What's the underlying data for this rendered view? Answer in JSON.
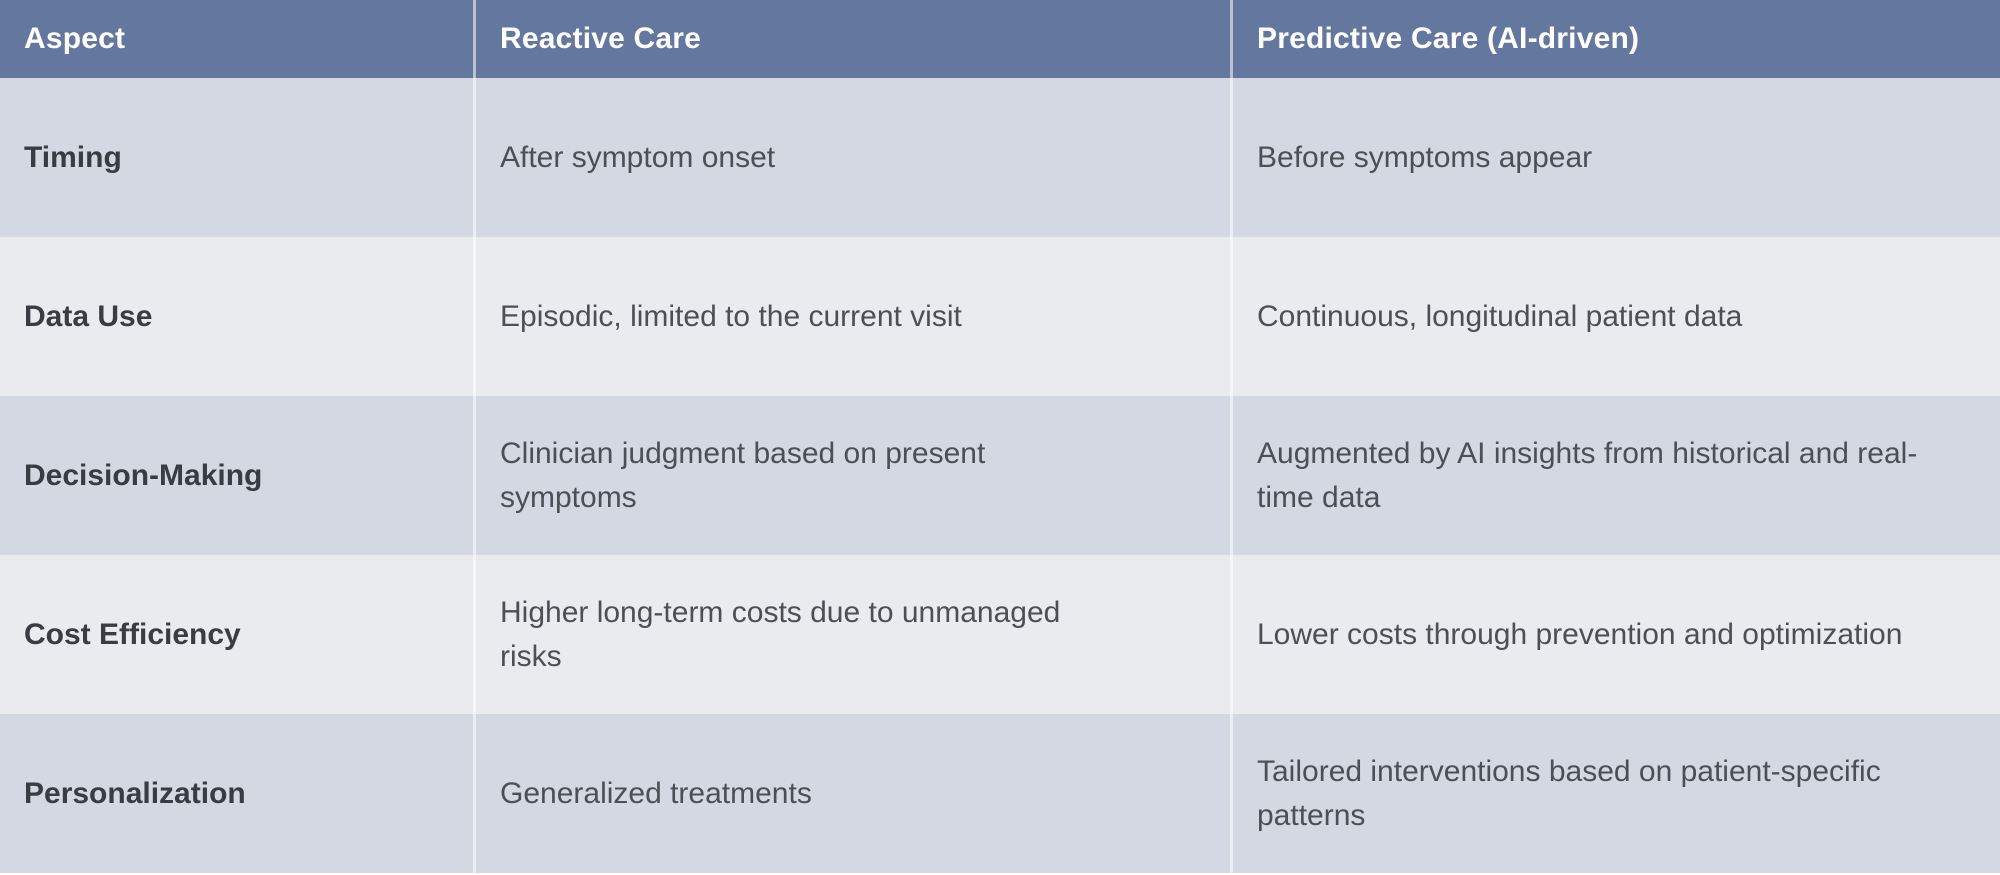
{
  "theme": {
    "header_bg": "#64779E",
    "header_text": "#FFFFFF",
    "row_odd_bg": "#D3D8E2",
    "row_even_bg": "#E9EBEF",
    "aspect_text": "#393C42",
    "body_text": "#4C5056",
    "page_bg": "#FFFFFF"
  },
  "table": {
    "columns": [
      {
        "label": "Aspect"
      },
      {
        "label": "Reactive Care"
      },
      {
        "label": "Predictive Care (AI-driven)"
      }
    ],
    "rows": [
      {
        "aspect": "Timing",
        "reactive": "After symptom onset",
        "predictive": "Before symptoms appear"
      },
      {
        "aspect": "Data Use",
        "reactive": "Episodic, limited to the current visit",
        "predictive": "Continuous, longitudinal patient data"
      },
      {
        "aspect": "Decision-Making",
        "reactive": "Clinician judgment based on present symptoms",
        "predictive": "Augmented by AI insights from historical and real-time data"
      },
      {
        "aspect": "Cost Efficiency",
        "reactive": "Higher long-term costs due to unmanaged risks",
        "predictive": "Lower costs through prevention and optimization"
      },
      {
        "aspect": "Personalization",
        "reactive": "Generalized treatments",
        "predictive": "Tailored interventions based on patient-specific patterns"
      }
    ]
  }
}
